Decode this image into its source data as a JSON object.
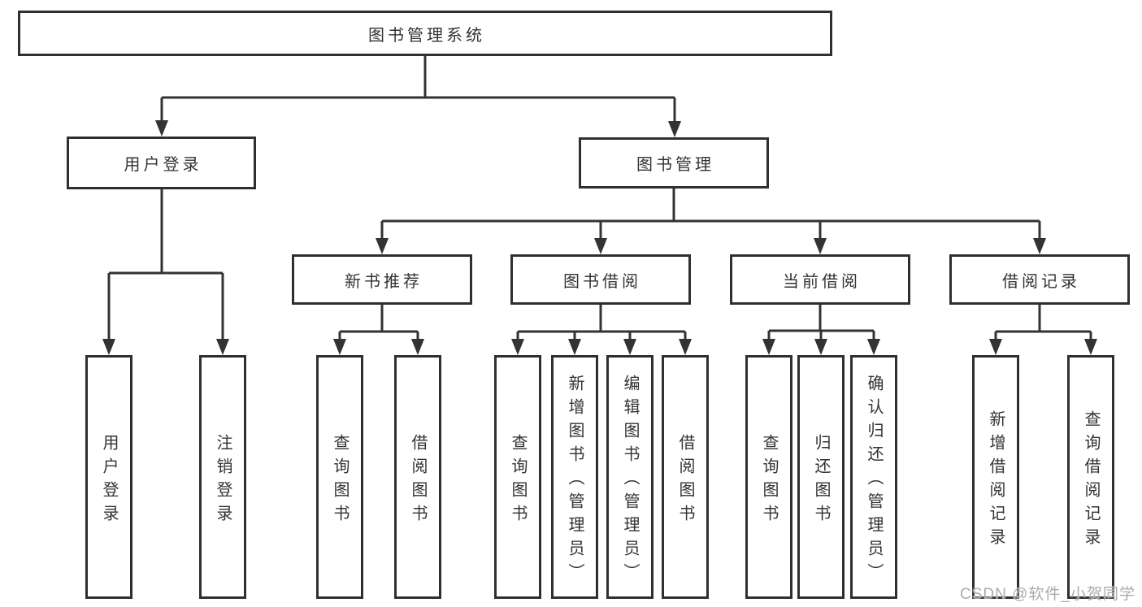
{
  "colors": {
    "background": "#ffffff",
    "line": "#333333",
    "box_border": "#2f2f2f",
    "box_fill": "#ffffff",
    "text": "#333333",
    "watermark_text": "#ababab"
  },
  "diagram": {
    "type": "hierarchy-tree",
    "root": {
      "label": "图书管理系统"
    },
    "level2": [
      {
        "id": "user-login",
        "label": "用户登录",
        "parent": "图书管理系统"
      },
      {
        "id": "book-management",
        "label": "图书管理",
        "parent": "图书管理系统"
      }
    ],
    "level3": [
      {
        "id": "new-book-recommendation",
        "label": "新书推荐",
        "parent": "图书管理"
      },
      {
        "id": "book-borrowing",
        "label": "图书借阅",
        "parent": "图书管理"
      },
      {
        "id": "current-borrowing",
        "label": "当前借阅",
        "parent": "图书管理"
      },
      {
        "id": "borrowing-records",
        "label": "借阅记录",
        "parent": "图书管理"
      }
    ],
    "leaves": [
      {
        "label": "用户登录",
        "parent": "用户登录"
      },
      {
        "label": "注销登录",
        "parent": "用户登录"
      },
      {
        "label": "查询图书",
        "parent": "新书推荐"
      },
      {
        "label": "借阅图书",
        "parent": "新书推荐"
      },
      {
        "label": "查询图书",
        "parent": "图书借阅"
      },
      {
        "label": "新增图书（管理员）",
        "parent": "图书借阅"
      },
      {
        "label": "编辑图书（管理员）",
        "parent": "图书借阅"
      },
      {
        "label": "借阅图书",
        "parent": "图书借阅"
      },
      {
        "label": "查询图书",
        "parent": "当前借阅"
      },
      {
        "label": "归还图书",
        "parent": "当前借阅"
      },
      {
        "label": "确认归还（管理员）",
        "parent": "当前借阅"
      },
      {
        "label": "新增借阅记录",
        "parent": "借阅记录"
      },
      {
        "label": "查询借阅记录",
        "parent": "借阅记录"
      }
    ]
  },
  "watermark": {
    "text": "CSDN @软件_小贺同学"
  }
}
